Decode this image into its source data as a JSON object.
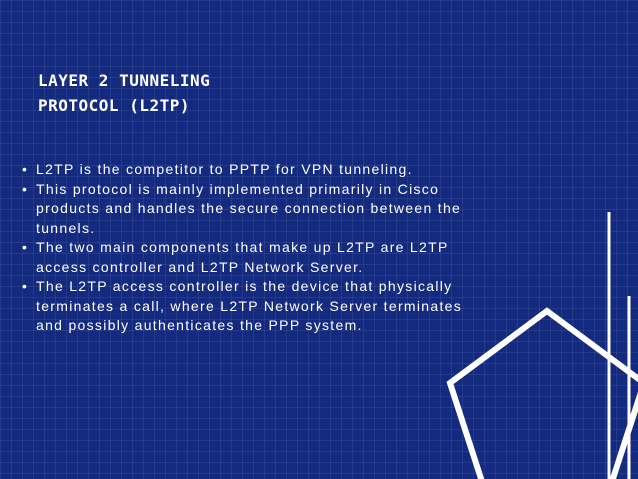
{
  "slide": {
    "title": "LAYER 2 TUNNELING\nPROTOCOL (L2TP)",
    "bullet_glyph": "•",
    "bullets": [
      "L2TP is the competitor to PPTP for VPN tunneling.",
      "This protocol is mainly implemented primarily in Cisco products and handles the secure connection between the tunnels.",
      "The two main components that make up L2TP are L2TP access controller and L2TP Network Server.",
      " The L2TP access controller is the device that physically terminates a call, where L2TP Network Server terminates and possibly authenticates the PPP system."
    ]
  },
  "colors": {
    "background": "#132a7e",
    "text": "#ffffff",
    "decoration": "#ffffff"
  },
  "decorations": [
    "pentagon-outline",
    "vertical-line-tall",
    "vertical-line-short"
  ]
}
